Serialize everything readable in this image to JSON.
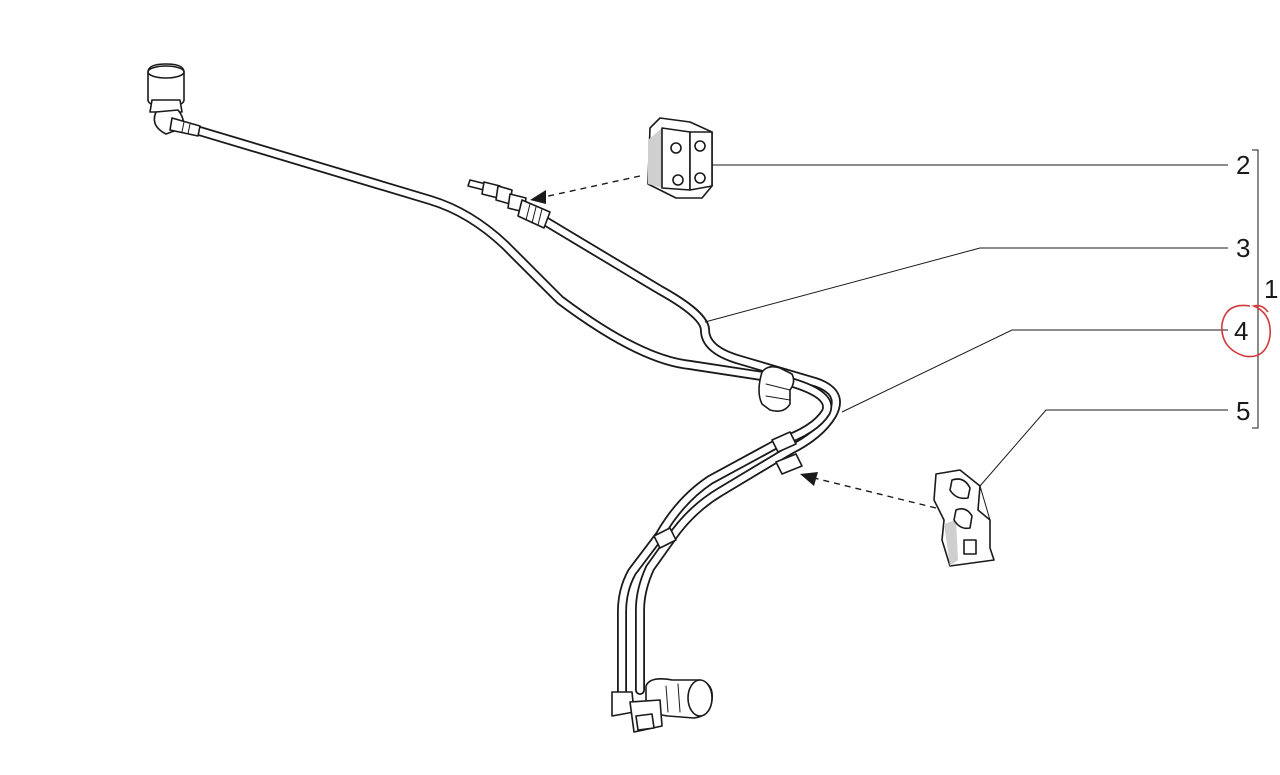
{
  "diagram": {
    "callouts": [
      {
        "id": "2",
        "label": "2"
      },
      {
        "id": "3",
        "label": "3"
      },
      {
        "id": "1",
        "label": "1"
      },
      {
        "id": "4",
        "label": "4"
      },
      {
        "id": "5",
        "label": "5"
      }
    ],
    "highlight": {
      "target": "4",
      "color": "#d23a3a"
    },
    "colors": {
      "ink": "#1a1a1a",
      "shade": "#cfcfcf",
      "background": "#ffffff"
    }
  }
}
